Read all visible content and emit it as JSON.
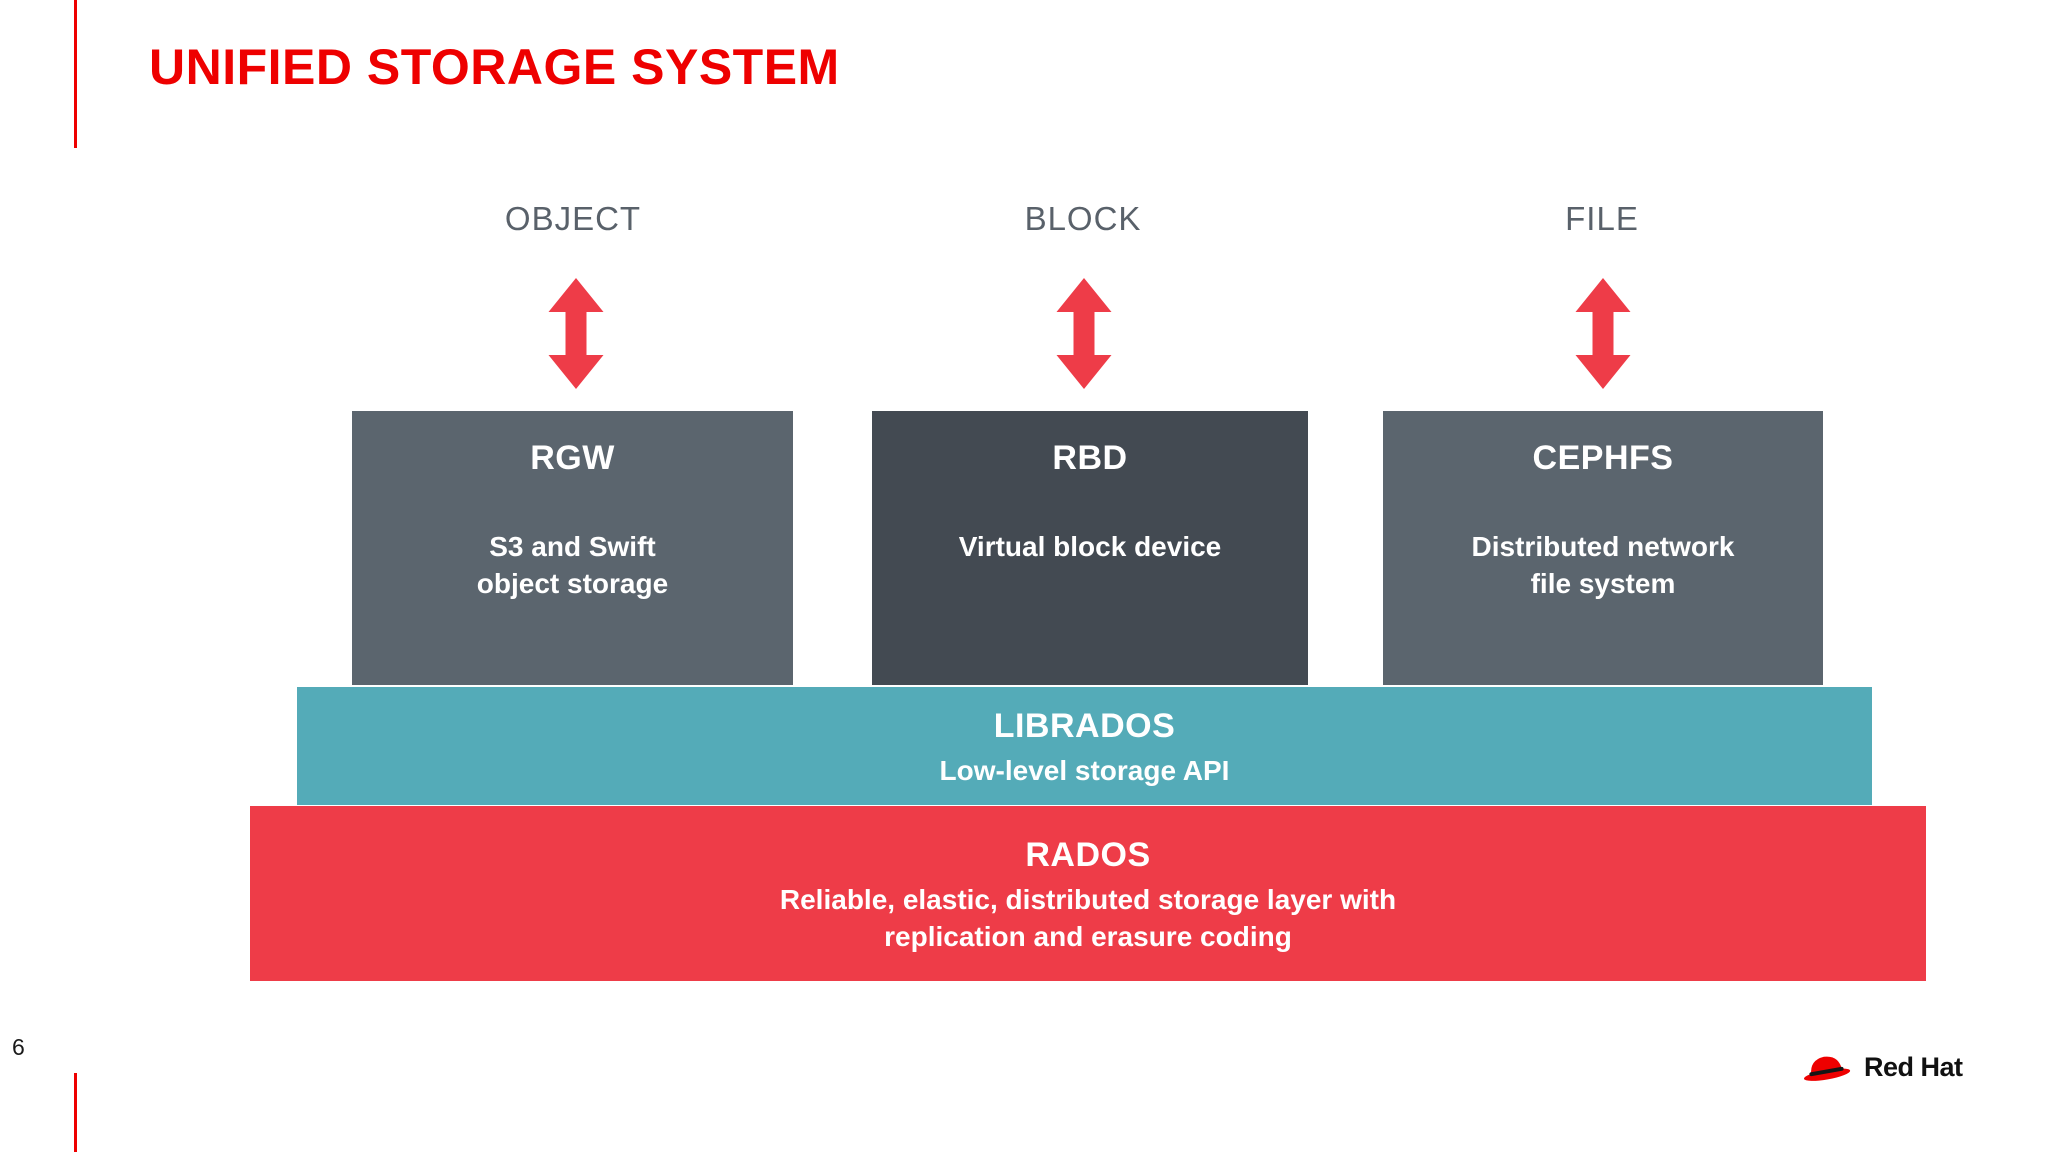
{
  "slide": {
    "title": "UNIFIED STORAGE SYSTEM",
    "page_number": "6"
  },
  "columns": [
    {
      "label": "OBJECT",
      "box_title": "RGW",
      "box_subtitle_lines": [
        "S3 and Swift",
        "object storage"
      ]
    },
    {
      "label": "BLOCK",
      "box_title": "RBD",
      "box_subtitle_lines": [
        "Virtual block device"
      ]
    },
    {
      "label": "FILE",
      "box_title": "CEPHFS",
      "box_subtitle_lines": [
        "Distributed network",
        "file system"
      ]
    }
  ],
  "layers": [
    {
      "title": "LIBRADOS",
      "subtitle_lines": [
        "Low-level storage API"
      ]
    },
    {
      "title": "RADOS",
      "subtitle_lines": [
        "Reliable, elastic, distributed storage layer with",
        "replication and erasure coding"
      ]
    }
  ],
  "footer": {
    "brand": "Red Hat"
  },
  "colors": {
    "accent_red": "#ee0000",
    "arrow_red": "#ee3c48",
    "rados_red": "#ee3c48",
    "librados_teal": "#54abb8",
    "box_gray": "#5b656e",
    "box_dark_gray": "#434a52",
    "label_gray": "#59616a"
  },
  "icons": {
    "arrow": "double-headed-vertical-arrow",
    "brand_logo": "red-hat-fedora"
  }
}
